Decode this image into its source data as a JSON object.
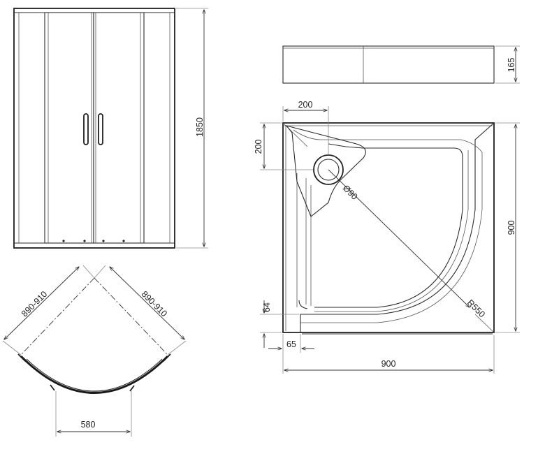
{
  "dimensions": {
    "enclosure_height": "1850",
    "width_left": "890-910",
    "width_right": "890-910",
    "entry_width": "580",
    "tray_height": "165",
    "drain_offset_x": "200",
    "drain_offset_y": "200",
    "drain_diameter": "Ø90",
    "radius": "R550",
    "rim_offset_y": "64",
    "rim_offset_x": "65",
    "tray_width": "900",
    "tray_depth": "900"
  },
  "colors": {
    "line": "#2b2b2b",
    "background": "#ffffff"
  }
}
